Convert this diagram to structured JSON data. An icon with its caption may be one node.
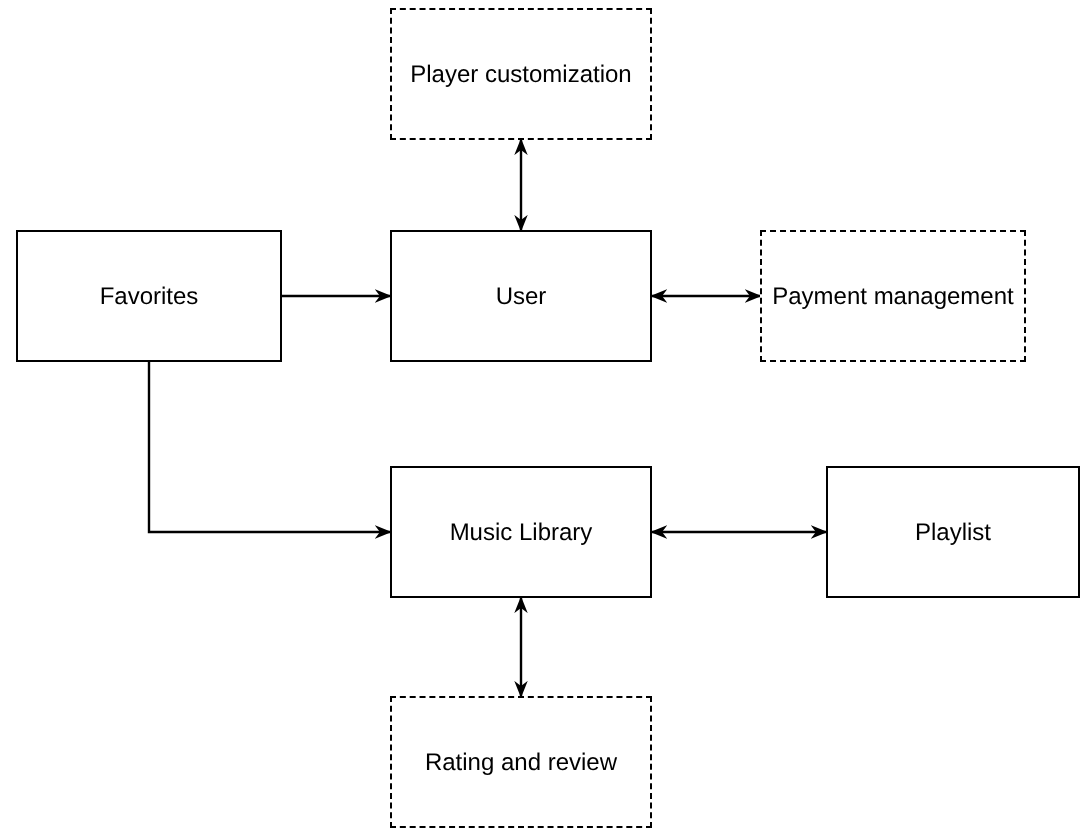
{
  "diagram": {
    "nodes": [
      {
        "text": [
          "Player customization"
        ]
      },
      {
        "text": [
          "Favorites"
        ]
      },
      {
        "text": [
          "User"
        ]
      },
      {
        "text": [
          "Payment management"
        ]
      },
      {
        "text": [
          "Music Library"
        ]
      },
      {
        "text": [
          "Playlist"
        ]
      },
      {
        "text": [
          "Rating and review"
        ]
      }
    ],
    "edges": [
      {
        "from": 0,
        "to": 2,
        "arrow": "both"
      },
      {
        "from": 1,
        "to": 2,
        "arrow": "to"
      },
      {
        "from": 2,
        "to": 3,
        "arrow": "both"
      },
      {
        "from": 1,
        "to": 4,
        "arrow": "to"
      },
      {
        "from": 4,
        "to": 5,
        "arrow": "both"
      },
      {
        "from": 4,
        "to": 6,
        "arrow": "both"
      }
    ]
  }
}
